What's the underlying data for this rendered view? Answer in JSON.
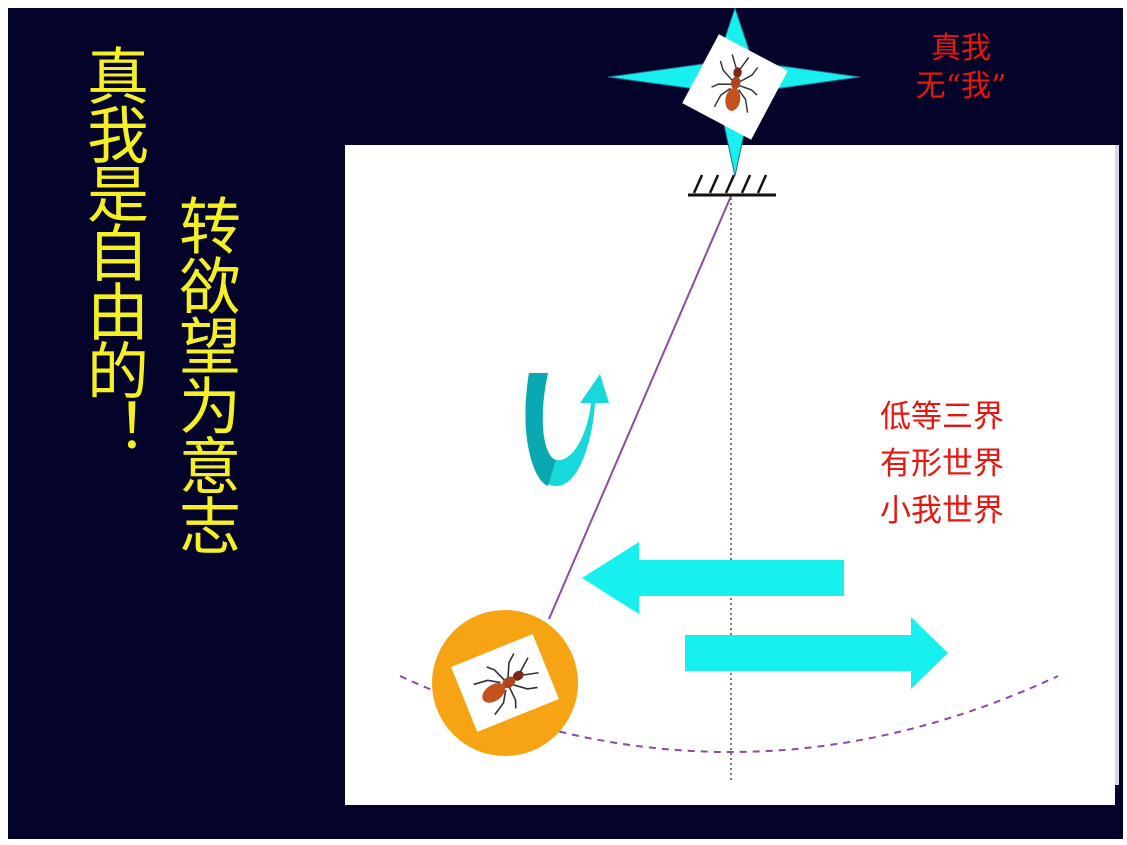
{
  "left_text": {
    "vertical_1": "真我是自由的！",
    "vertical_2": "转欲望为意志"
  },
  "top_label": {
    "line1": "真我",
    "line2": "无“我”"
  },
  "realm_label": {
    "line1": "低等三界",
    "line2": "有形世界",
    "line3": "小我世界"
  },
  "colors": {
    "background": "#04042a",
    "vertical_text": "#f4f022",
    "red_text": "#e8160f",
    "cyan": "#18f0f0",
    "orange_circle": "#f6a414",
    "pendulum_string": "#8e4aa8",
    "arc": "#8e4aa8"
  },
  "icons": {
    "top_star": "four-point-star-icon",
    "ant_top": "ant-icon",
    "ant_bob": "ant-icon",
    "rotate_arrow": "curved-up-arrow-icon",
    "left_arrow": "left-arrow-icon",
    "right_arrow": "right-arrow-icon",
    "ceiling_mount": "hatched-mount-icon"
  }
}
